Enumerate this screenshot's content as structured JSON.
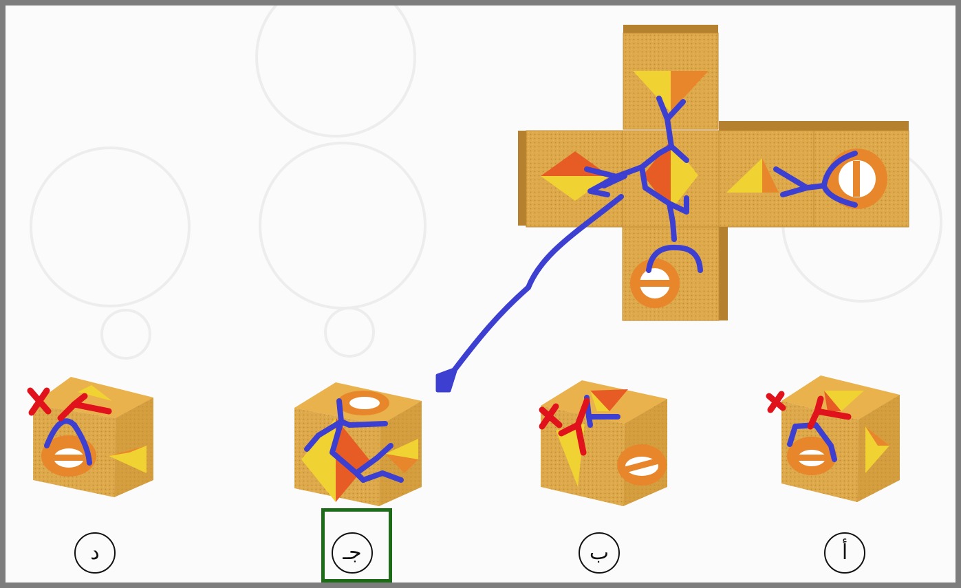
{
  "options": [
    {
      "letter": "أ",
      "status": "crossed"
    },
    {
      "letter": "ب",
      "status": "crossed"
    },
    {
      "letter": "جـ",
      "status": "selected"
    },
    {
      "letter": "د",
      "status": "crossed"
    }
  ],
  "colors": {
    "cube_face": "#dca84a",
    "cube_side": "#b6812f",
    "annotation_blue": "#3c3fcf",
    "annotation_red": "#e0121b",
    "selection_green": "#1c6b16",
    "frame": "#7d7d7d"
  }
}
